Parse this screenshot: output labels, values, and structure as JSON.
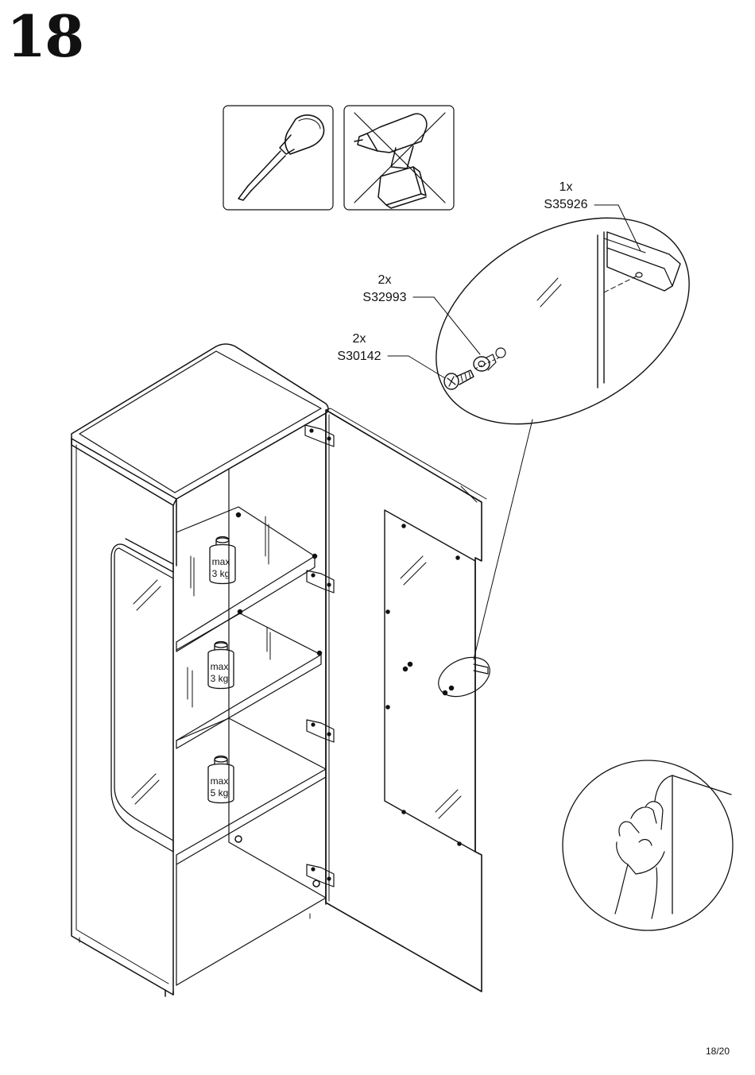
{
  "step": {
    "number": "18"
  },
  "page": {
    "indicator": "18/20"
  },
  "tools": [
    {
      "icon": "screwdriver-icon",
      "allowed": true
    },
    {
      "icon": "cordless-drill-icon",
      "allowed": false
    }
  ],
  "parts": [
    {
      "qty": "1x",
      "code": "S35926",
      "icon": "handle-profile-icon"
    },
    {
      "qty": "2x",
      "code": "S32993",
      "icon": "washer-icon"
    },
    {
      "qty": "2x",
      "code": "S30142",
      "icon": "screw-icon"
    }
  ],
  "shelf_loads": [
    {
      "max_label": "max",
      "load": "3 kg"
    },
    {
      "max_label": "max",
      "load": "3 kg"
    },
    {
      "max_label": "max",
      "load": "5 kg"
    }
  ]
}
